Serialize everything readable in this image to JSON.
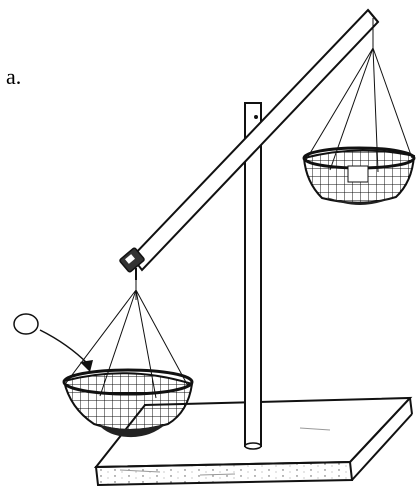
{
  "figure": {
    "label": "a."
  },
  "colors": {
    "ink": "#111111",
    "paper": "#ffffff",
    "basket_shadow": "#222222",
    "ball_fill": "#ffffff"
  },
  "parts": [
    "base-plate",
    "upright-post",
    "tilted-beam",
    "counterweight-clip",
    "left-basket",
    "right-basket",
    "ball",
    "motion-arrow"
  ]
}
